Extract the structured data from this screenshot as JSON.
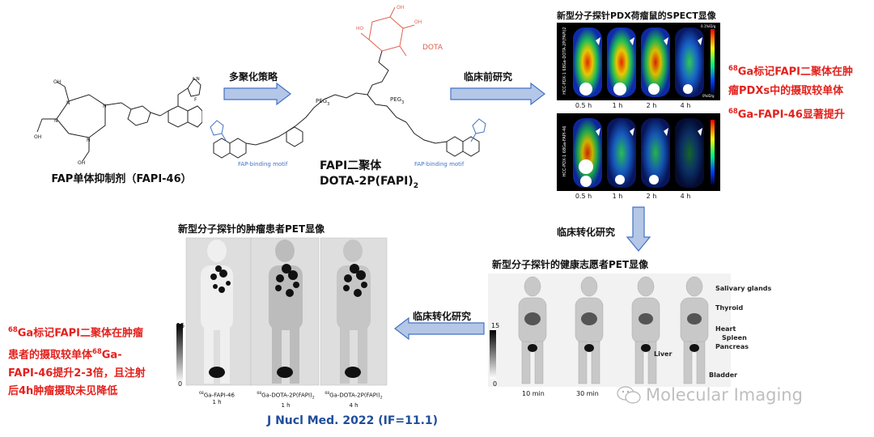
{
  "monomer": {
    "caption": "FAP单体抑制剂（FAPI-46）"
  },
  "arrow1": {
    "label": "多聚化策略"
  },
  "dimer": {
    "dota_label": "DOTA",
    "peg_left": "PEG",
    "peg_right": "PEG",
    "peg_sub": "3",
    "motif_left": "FAP-binding motif",
    "motif_right": "FAP-binding motif",
    "caption_line1": "FAPI二聚体",
    "caption_line2": "DOTA-2P(FAPI)",
    "caption_sub": "2"
  },
  "arrow2": {
    "label": "临床前研究"
  },
  "spect": {
    "title": "新型分子探针PDX荷瘤鼠的SPECT显像",
    "row1_label": "HCC-PDX-1  68Ga-DOTA-2P(FAPI)2",
    "row2_label": "HCC-PDX-1  68Ga-FAPI-46",
    "scale_top": "0.1%ID/g",
    "scale_bottom": "0%ID/g",
    "times": [
      "0.5 h",
      "1 h",
      "2 h",
      "4 h"
    ]
  },
  "preclinical_note": {
    "sup": "68",
    "line1": "Ga标记FAPI二聚体在肿",
    "line2": "瘤PDXs中的摄取较单体",
    "sup2": "68",
    "line3": "Ga-FAPI-46显著提升"
  },
  "arrow3": {
    "label": "临床转化研究"
  },
  "healthy": {
    "title": "新型分子探针的健康志愿者PET显像",
    "scale_top": "15",
    "scale_bottom": "0",
    "times": [
      "10 min",
      "30 min"
    ],
    "organs": [
      "Salivary glands",
      "Thyroid",
      "Heart",
      "Spleen",
      "Pancreas",
      "Liver",
      "Bladder"
    ]
  },
  "arrow4": {
    "label": "临床转化研究"
  },
  "patient": {
    "title": "新型分子探针的肿瘤患者PET显像",
    "scale_top": "15",
    "scale_bottom": "0",
    "panels": [
      {
        "sup": "68",
        "name": "Ga-FAPI-46",
        "sub": "",
        "time": "1 h"
      },
      {
        "sup": "68",
        "name": "Ga-DOTA-2P(FAPI)",
        "sub": "2",
        "time": "1 h"
      },
      {
        "sup": "68",
        "name": "Ga-DOTA-2P(FAPI)",
        "sub": "2",
        "time": "4 h"
      }
    ]
  },
  "clinical_note": {
    "sup": "68",
    "line1": "Ga标记FAPI二聚体在肿瘤",
    "line2a": "患者的摄取较单体",
    "sup2": "68",
    "line2b": "Ga-",
    "line3": "FAPI-46提升2-3倍，且注射",
    "line4": "后4h肿瘤摄取未见降低"
  },
  "citation": "J Nucl Med. 2022  (IF=11.1)",
  "watermark": "Molecular Imaging",
  "colors": {
    "accent_red": "#e4211c",
    "arrow_fill": "#b4c7e7",
    "arrow_stroke": "#4472c4",
    "motif_blue": "#4472c4",
    "citation_blue": "#1f4e9a"
  }
}
